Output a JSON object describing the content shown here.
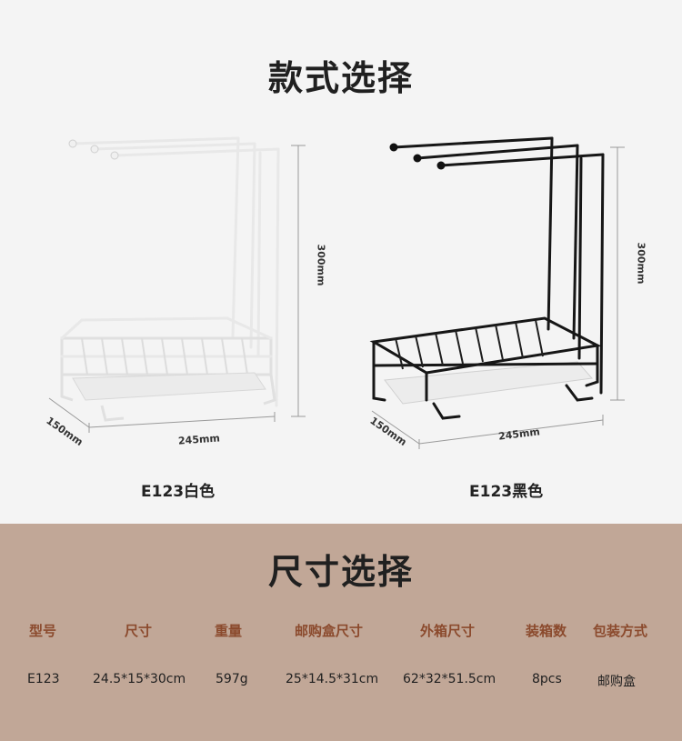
{
  "style_section": {
    "title": "款式选择",
    "products": [
      {
        "caption": "E123白色",
        "color": "#ffffff",
        "dims": {
          "height": "300mm",
          "width": "245mm",
          "depth": "150mm"
        }
      },
      {
        "caption": "E123黑色",
        "color": "#111111",
        "dims": {
          "height": "300mm",
          "width": "245mm",
          "depth": "150mm"
        }
      }
    ]
  },
  "size_section": {
    "title": "尺寸选择",
    "background": "#c1a797",
    "headers": [
      "型号",
      "尺寸",
      "重量",
      "邮购盒尺寸",
      "外箱尺寸",
      "装箱数",
      "包装方式"
    ],
    "rows": [
      [
        "E123",
        "24.5*15*30cm",
        "597g",
        "25*14.5*31cm",
        "62*32*51.5cm",
        "8pcs",
        "邮购盒"
      ]
    ]
  }
}
